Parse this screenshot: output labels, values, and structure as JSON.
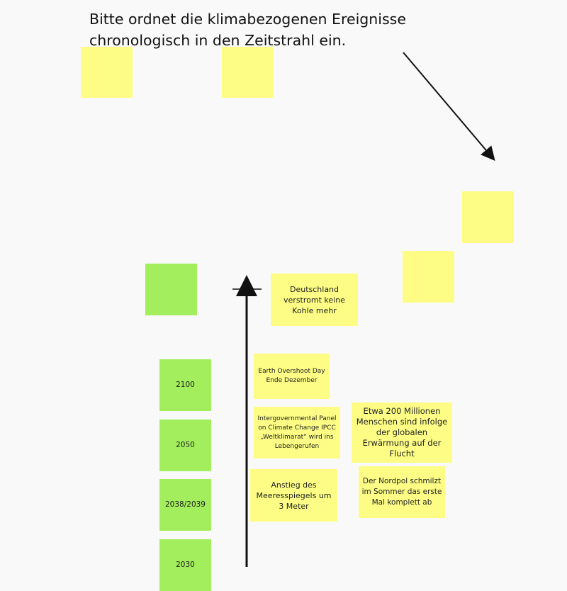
{
  "instruction": "Bitte ordnet die klimabezogenen Ereignisse\nchronologisch in den Zeitstrahl ein.",
  "colors": {
    "sticky_yellow": "#fdfd86",
    "sticky_green": "#a2ee5c"
  },
  "events": [
    "Deutschland verstromt keine Kohle mehr",
    "Earth Overshoot Day Ende Dezember",
    "Intergovernmental Panel on Climate Change IPCC „Weltklimarat“ wird ins Lebengerufen",
    "Etwa 200 Millionen Menschen sind infolge der globalen Erwärmung auf der Flucht",
    "Anstieg des Meeresspiegels um 3 Meter",
    "Der Nordpol schmilzt im Sommer das erste Mal komplett ab"
  ],
  "years": [
    "2100",
    "2050",
    "2038/2039",
    "2030"
  ]
}
